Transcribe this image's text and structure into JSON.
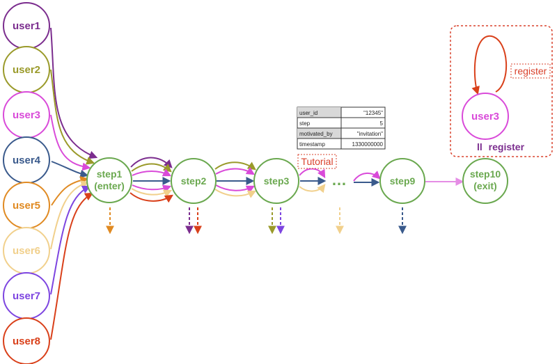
{
  "colors": {
    "step_green": "#6aa84f",
    "tutorial_red": "#d9402b",
    "register_purple": "#7b2d8e"
  },
  "users": [
    {
      "label": "user1",
      "color": "#7b2d8e"
    },
    {
      "label": "user2",
      "color": "#9a9a2a"
    },
    {
      "label": "user3",
      "color": "#d94ad9"
    },
    {
      "label": "user4",
      "color": "#3a5a8c"
    },
    {
      "label": "user5",
      "color": "#e08a22"
    },
    {
      "label": "user6",
      "color": "#f1d08c"
    },
    {
      "label": "user7",
      "color": "#7d45e0"
    },
    {
      "label": "user8",
      "color": "#d9401a"
    }
  ],
  "steps": [
    {
      "line1": "step1",
      "line2": "(enter)"
    },
    {
      "line1": "step2",
      "line2": ""
    },
    {
      "line1": "step3",
      "line2": ""
    },
    {
      "line1": "step9",
      "line2": ""
    },
    {
      "line1": "step10",
      "line2": "(exit)"
    }
  ],
  "ellipsis": "…",
  "tutorial_label": "Tutorial",
  "event_table": {
    "rows": [
      {
        "key": "user_id",
        "value": "\"12345\""
      },
      {
        "key": "step",
        "value": "5"
      },
      {
        "key": "motivated_by",
        "value": "\"invitation\""
      },
      {
        "key": "timestamp",
        "value": "1330000000"
      }
    ]
  },
  "register_panel": {
    "node_label": "user3",
    "self_loop_label": "register",
    "caption_prefix": "ll",
    "caption_text": "register"
  }
}
